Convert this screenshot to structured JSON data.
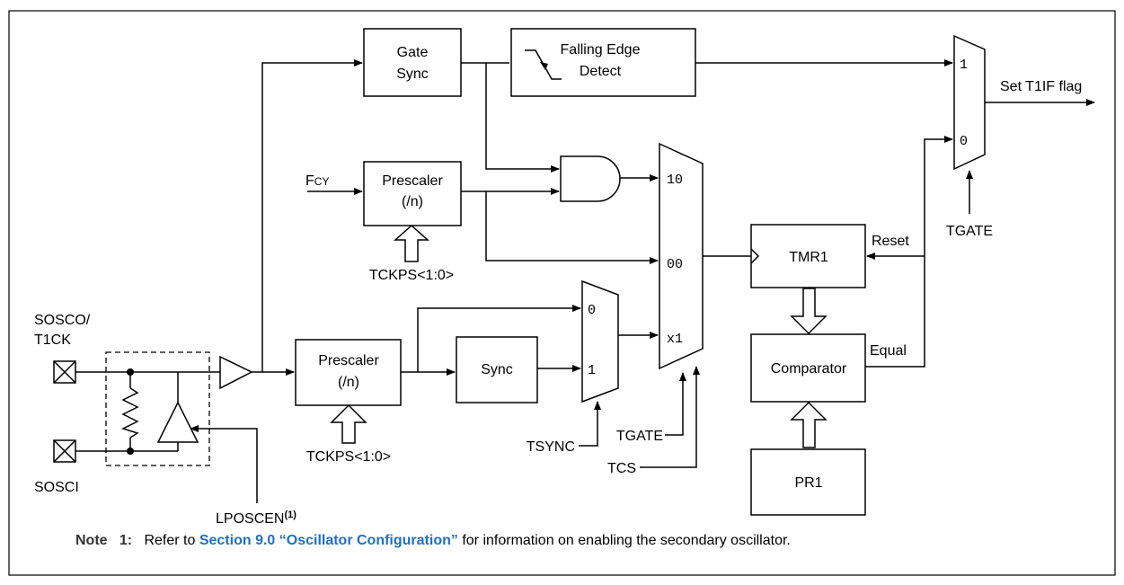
{
  "blocks": {
    "gate_sync": [
      "Gate",
      "Sync"
    ],
    "falling_edge": [
      "Falling Edge",
      "Detect"
    ],
    "prescaler_top": [
      "Prescaler",
      "(/n)"
    ],
    "prescaler_bottom": [
      "Prescaler",
      "(/n)"
    ],
    "sync": "Sync",
    "tmr1": "TMR1",
    "comparator": "Comparator",
    "pr1": "PR1"
  },
  "signals": {
    "fcy_main": "F",
    "fcy_sub": "CY",
    "tckps_top": "TCKPS<1:0>",
    "tckps_bottom": "TCKPS<1:0>",
    "sosco": [
      "SOSCO/",
      "T1CK"
    ],
    "sosci": "SOSCI",
    "lposcen": "LPOSCEN",
    "lposcen_sup": "(1)",
    "tsync": "TSYNC",
    "tgate_mid": "TGATE",
    "tcs": "TCS",
    "tgate_right": "TGATE",
    "reset": "Reset",
    "equal": "Equal",
    "set_flag": "Set T1IF flag"
  },
  "mux_inputs": {
    "right_mux": [
      "1",
      "0"
    ],
    "main_mux": [
      "10",
      "00",
      "x1"
    ],
    "sync_mux": [
      "0",
      "1"
    ]
  },
  "note": {
    "label": "Note   1:",
    "before": "Refer to ",
    "link": "Section 9.0 “Oscillator Configuration”",
    "after": " for information on enabling the secondary oscillator."
  }
}
